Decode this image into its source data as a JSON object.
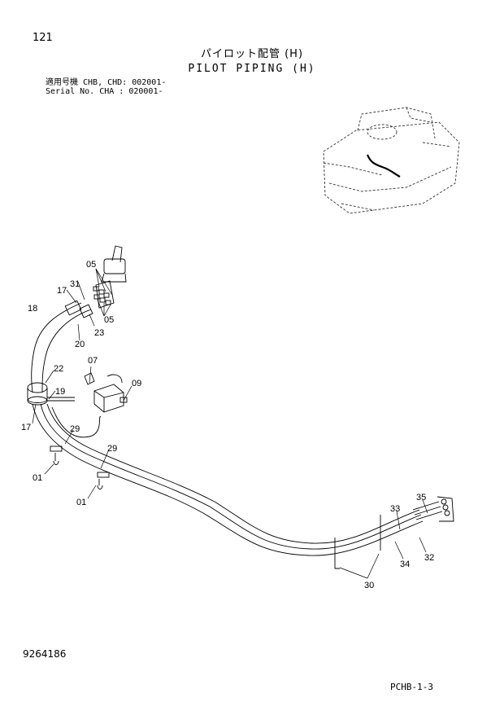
{
  "header": {
    "page_number": "121",
    "title_jp": "パイロット配管 (H)",
    "title_en": "PILOT PIPING (H)",
    "serial_line1": "適用号機 CHB, CHD: 002001-",
    "serial_line2": "Serial No. CHA    : 020001-"
  },
  "footer": {
    "document_number": "9264186",
    "sheet_code": "PCHB-1-3"
  },
  "callouts": {
    "p05a": "05",
    "p05b": "05",
    "p31": "31",
    "p17a": "17",
    "p17b": "17",
    "p18": "18",
    "p23": "23",
    "p20": "20",
    "p22": "22",
    "p19": "19",
    "p07": "07",
    "p09": "09",
    "p29a": "29",
    "p29b": "29",
    "p01a": "01",
    "p01b": "01",
    "p35": "35",
    "p33": "33",
    "p32": "32",
    "p34": "34",
    "p30": "30"
  }
}
